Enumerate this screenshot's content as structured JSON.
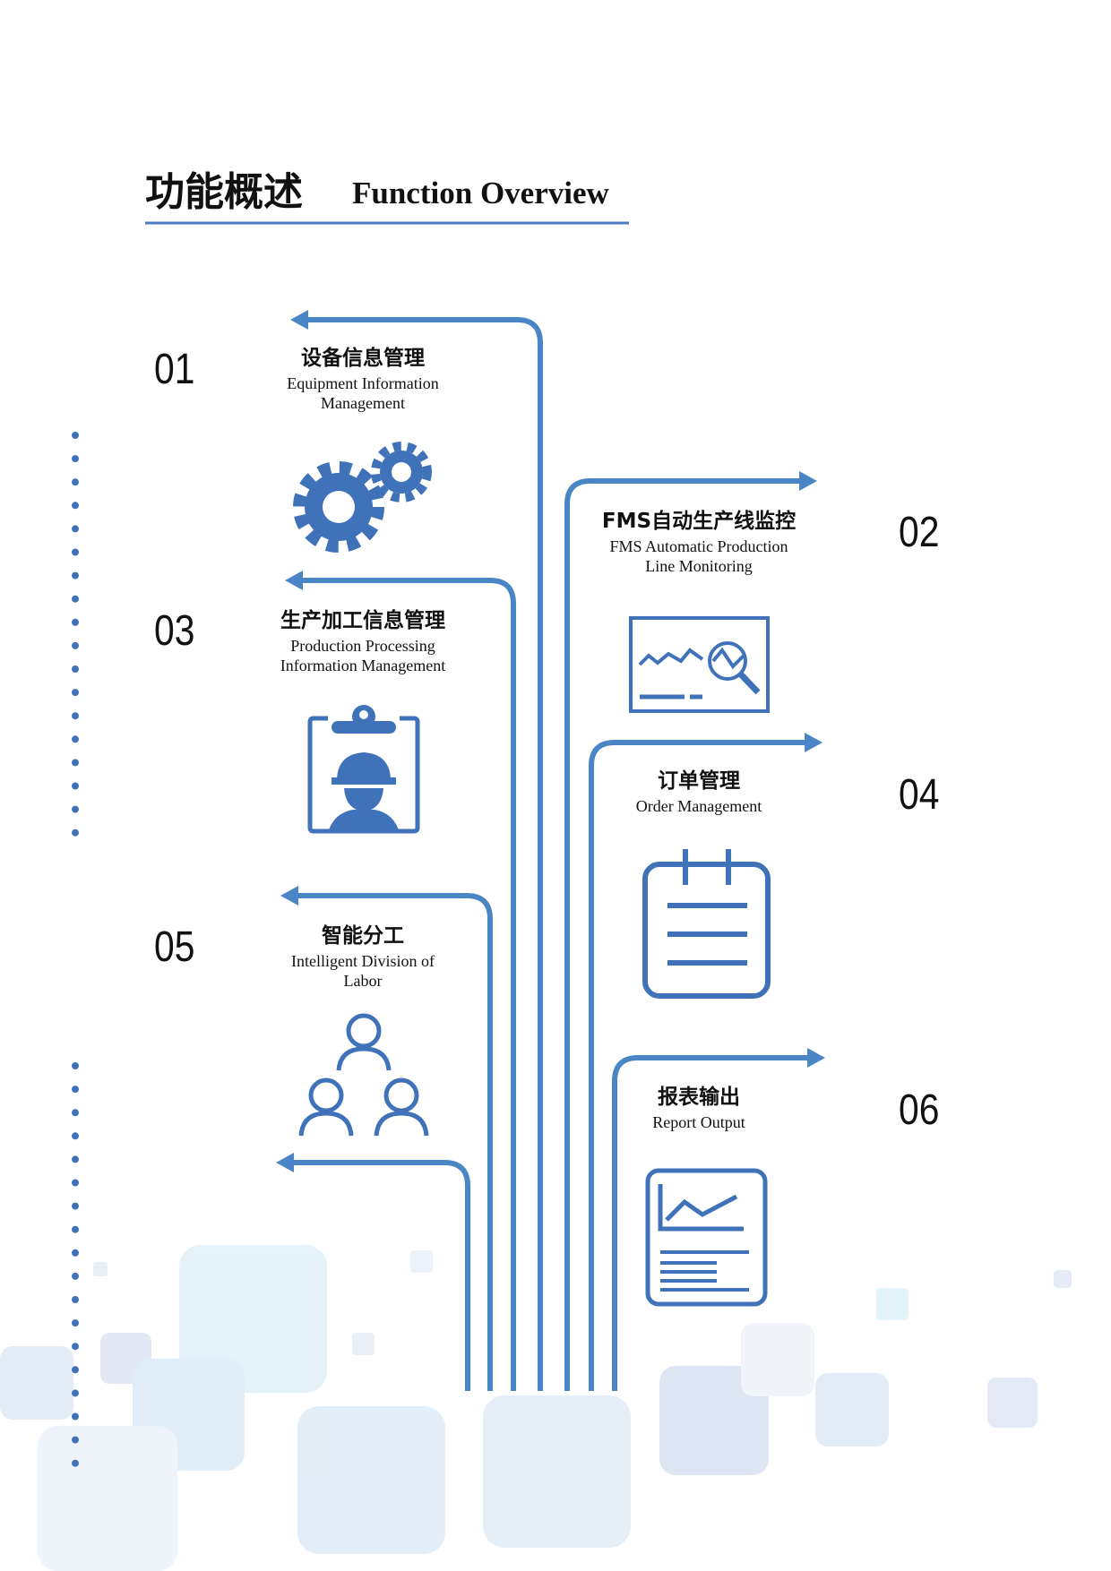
{
  "header": {
    "title_cn": "功能概述",
    "title_en": "Function Overview"
  },
  "accent": "#4a86c5",
  "icon_color": "#3f72b8",
  "items": [
    {
      "num": "01",
      "cn": "设备信息管理",
      "en": "Equipment Information Management",
      "icon": "gears-icon"
    },
    {
      "num": "02",
      "cn": "FMS自动生产线监控",
      "en": "FMS Automatic Production Line Monitoring",
      "icon": "monitor-chart-search-icon"
    },
    {
      "num": "03",
      "cn": "生产加工信息管理",
      "en": "Production Processing Information Management",
      "icon": "worker-clipboard-icon"
    },
    {
      "num": "04",
      "cn": "订单管理",
      "en": "Order Management",
      "icon": "calendar-notepad-icon"
    },
    {
      "num": "05",
      "cn": "智能分工",
      "en": "Intelligent Division of Labor",
      "icon": "team-people-icon"
    },
    {
      "num": "06",
      "cn": "报表输出",
      "en": "Report Output",
      "icon": "report-chart-icon"
    }
  ]
}
